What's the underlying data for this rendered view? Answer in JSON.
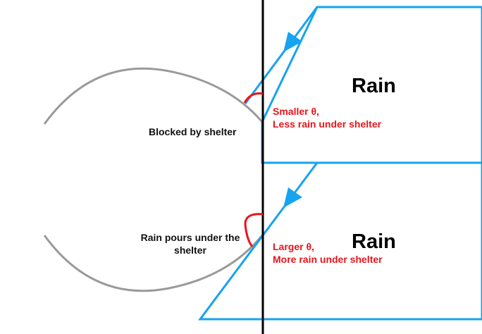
{
  "labels": {
    "rain_top": "Rain",
    "rain_bottom": "Rain",
    "blocked": "Blocked by shelter",
    "pours_line1": "Rain pours under the",
    "pours_line2": "shelter",
    "smaller_line1": "Smaller θ,",
    "smaller_line2": "Less rain under shelter",
    "larger_line1": "Larger θ,",
    "larger_line2": "More rain under shelter"
  },
  "colors": {
    "shelter": "#9a9a9a",
    "rain_region": "#16a3f0",
    "angle": "#e8141b",
    "wall": "#000000",
    "text": "#111111",
    "angle_text": "#e8141b"
  }
}
